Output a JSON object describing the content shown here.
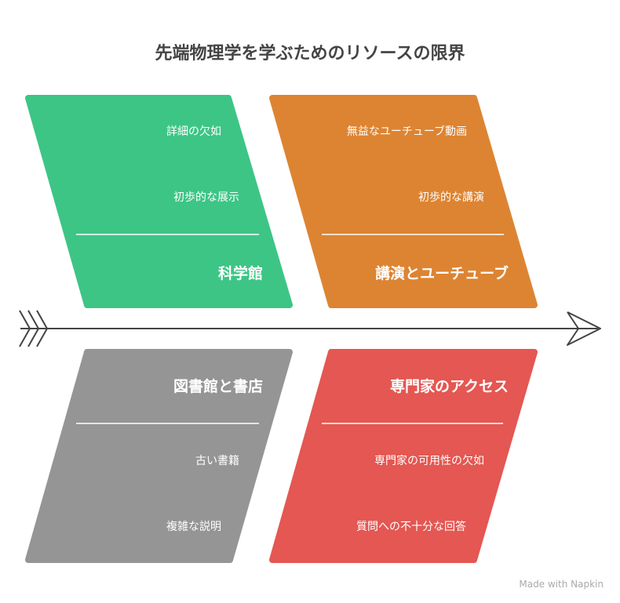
{
  "title": "先端物理学を学ぶためのリソースの限界",
  "branches": [
    {
      "heading": "科学館",
      "items": [
        "詳細の欠如",
        "初歩的な展示"
      ],
      "color": "#3dc586"
    },
    {
      "heading": "講演とユーチューブ",
      "items": [
        "無益なユーチューブ動画",
        "初歩的な講演"
      ],
      "color": "#dd8432"
    },
    {
      "heading": "図書館と書店",
      "items": [
        "古い書籍",
        "複雑な説明"
      ],
      "color": "#959595"
    },
    {
      "heading": "専門家のアクセス",
      "items": [
        "専門家の可用性の欠如",
        "質問への不十分な回答"
      ],
      "color": "#e45752"
    }
  ],
  "watermark": "Made with Napkin"
}
